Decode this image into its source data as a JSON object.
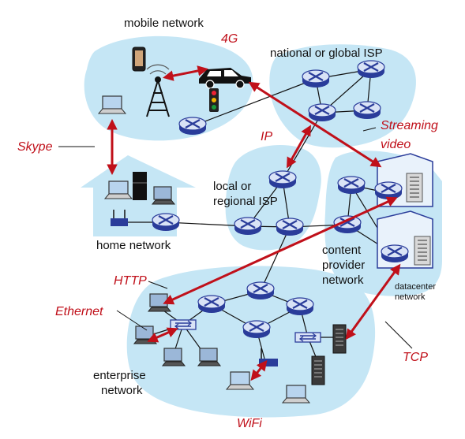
{
  "colors": {
    "region": "#c5e6f5",
    "region_dark": "#a9d6ee",
    "router": "#2a3c9a",
    "router_fill": "#d9e3f6",
    "link": "#111111",
    "protocol_arrow": "#c0101a"
  },
  "regions": {
    "mobile": "mobile network",
    "isp_global": "national or global ISP",
    "isp_local_line1": "local or",
    "isp_local_line2": "regional ISP",
    "home": "home network",
    "content_line1": "content",
    "content_line2": "provider",
    "content_line3": "network",
    "datacenter_line1": "datacenter",
    "datacenter_line2": "network",
    "enterprise_line1": "enterprise",
    "enterprise_line2": "network"
  },
  "protocols": {
    "g4": "4G",
    "skype": "Skype",
    "ip": "IP",
    "streaming_line1": "Streaming",
    "streaming_line2": "video",
    "http": "HTTP",
    "ethernet": "Ethernet",
    "tcp": "TCP",
    "wifi": "WiFi"
  },
  "icons": [
    "router-icon",
    "cell-tower-icon",
    "smartphone-icon",
    "laptop-icon",
    "car-icon",
    "traffic-light-icon",
    "server-icon",
    "switch-icon",
    "wifi-access-point-icon",
    "desktop-computer-icon",
    "home-icon"
  ]
}
